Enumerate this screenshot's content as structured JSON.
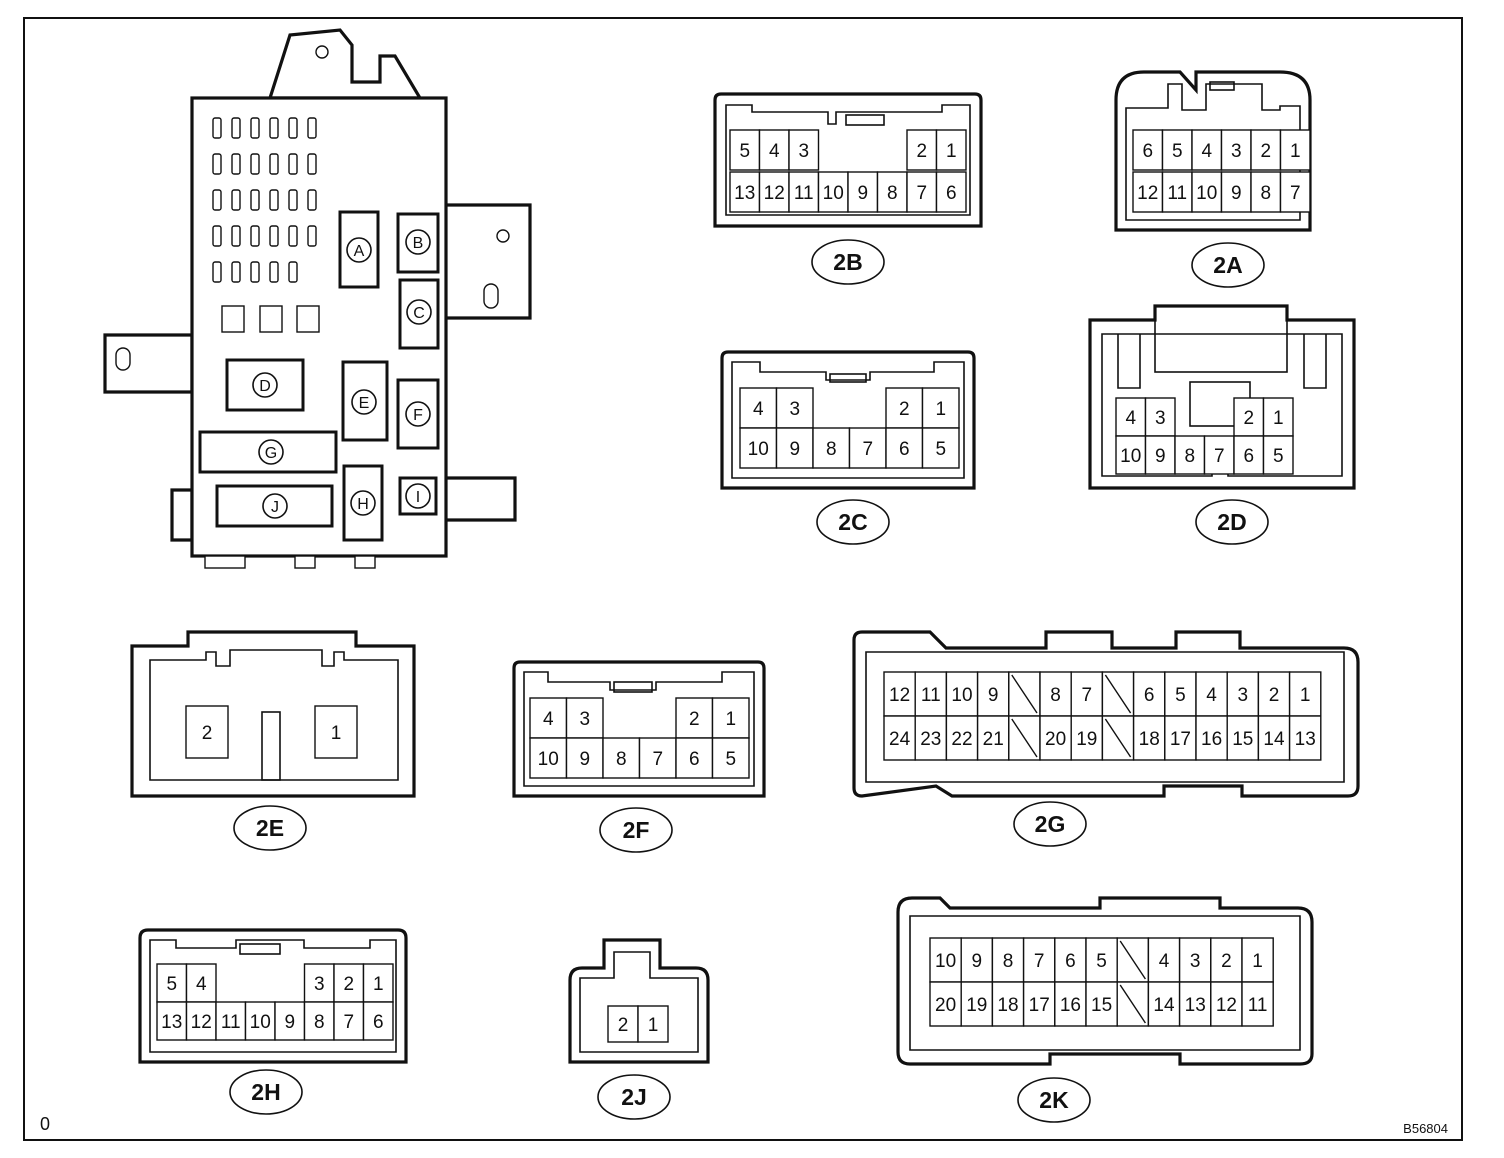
{
  "corner_mark": "0",
  "figure_code": "B56804",
  "junction_block": {
    "slots": [
      "A",
      "B",
      "C",
      "D",
      "E",
      "F",
      "G",
      "H",
      "I",
      "J"
    ]
  },
  "connectors": [
    {
      "id": "2B",
      "rows": [
        [
          "5",
          "4",
          "3",
          "",
          "",
          "",
          "2",
          "1"
        ],
        [
          "13",
          "12",
          "11",
          "10",
          "9",
          "8",
          "7",
          "6"
        ]
      ]
    },
    {
      "id": "2A",
      "rows": [
        [
          "6",
          "5",
          "4",
          "3",
          "2",
          "1"
        ],
        [
          "12",
          "11",
          "10",
          "9",
          "8",
          "7"
        ]
      ]
    },
    {
      "id": "2C",
      "rows": [
        [
          "4",
          "3",
          "",
          "",
          "2",
          "1"
        ],
        [
          "10",
          "9",
          "8",
          "7",
          "6",
          "5"
        ]
      ]
    },
    {
      "id": "2D",
      "rows": [
        [
          "4",
          "3",
          "",
          "",
          "2",
          "1"
        ],
        [
          "10",
          "9",
          "8",
          "7",
          "6",
          "5"
        ]
      ]
    },
    {
      "id": "2E",
      "rows": [
        [
          "2",
          "1"
        ]
      ]
    },
    {
      "id": "2F",
      "rows": [
        [
          "4",
          "3",
          "",
          "",
          "2",
          "1"
        ],
        [
          "10",
          "9",
          "8",
          "7",
          "6",
          "5"
        ]
      ]
    },
    {
      "id": "2G",
      "rows": [
        [
          "12",
          "11",
          "10",
          "9",
          "",
          "8",
          "7",
          "",
          "6",
          "5",
          "4",
          "3",
          "2",
          "1"
        ],
        [
          "24",
          "23",
          "22",
          "21",
          "",
          "20",
          "19",
          "",
          "18",
          "17",
          "16",
          "15",
          "14",
          "13"
        ]
      ]
    },
    {
      "id": "2H",
      "rows": [
        [
          "5",
          "4",
          "",
          "",
          "",
          "3",
          "2",
          "1"
        ],
        [
          "13",
          "12",
          "11",
          "10",
          "9",
          "8",
          "7",
          "6"
        ]
      ]
    },
    {
      "id": "2J",
      "rows": [
        [
          "2",
          "1"
        ]
      ]
    },
    {
      "id": "2K",
      "rows": [
        [
          "10",
          "9",
          "8",
          "7",
          "6",
          "5",
          "",
          "4",
          "3",
          "2",
          "1"
        ],
        [
          "20",
          "19",
          "18",
          "17",
          "16",
          "15",
          "",
          "14",
          "13",
          "12",
          "11"
        ]
      ]
    }
  ]
}
